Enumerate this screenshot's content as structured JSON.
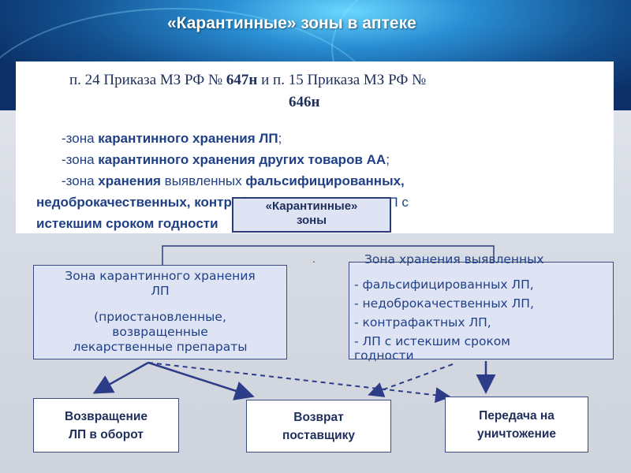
{
  "title": "«Карантинные» зоны в аптеке",
  "order_ref": {
    "prefix": "п. 24 Приказа МЗ РФ № ",
    "num1": "647н",
    "middle": " и п. 15 Приказа МЗ РФ № ",
    "num2": "646н"
  },
  "zones_list": {
    "item1_pre": "зона ",
    "item1_bold": "карантинного хранения ЛП",
    "item1_post": ";",
    "item2_pre": "зона ",
    "item2_bold": "карантинного хранения других товаров АА",
    "item2_post": ";",
    "item3_pre": "зона ",
    "item3_bold": "хранения",
    "item3_mid": " выявленных ",
    "item3_bold2": "фальсифицированных,",
    "item4_bold": "недоброкачественных, контрафактных ЛП",
    "item4_post": ", а также ЛП с",
    "item5_bold": "истекшим сроком годности"
  },
  "center_box": {
    "line1": "«Карантинные»",
    "line2": "зоны"
  },
  "left_box": {
    "line1": "Зона карантинного хранения",
    "line2": "ЛП",
    "sub1": "(приостановленные,",
    "sub2": "возвращенные",
    "sub3": "лекарственные препараты"
  },
  "right_box": {
    "heading": "Зона хранения выявленных",
    "items": [
      "- фальсифицированных ЛП,",
      "- недоброкачественных ЛП,",
      "- контрафактных ЛП,",
      "- ЛП с истекшим сроком",
      "годности"
    ]
  },
  "bottom_boxes": {
    "return_turnover": [
      "Возвращение",
      "ЛП в оборот"
    ],
    "return_supplier": [
      "Возврат",
      "поставщику"
    ],
    "destruction": [
      "Передача на",
      "уничтожение"
    ]
  },
  "dot": "."
}
